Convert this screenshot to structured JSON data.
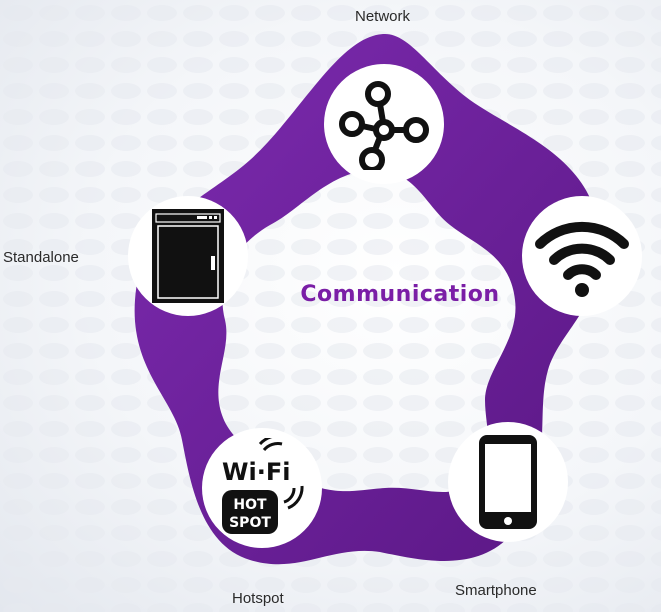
{
  "center": {
    "title": "Communication"
  },
  "nodes": {
    "network": {
      "label": "Network",
      "icon": "network-nodes-icon"
    },
    "wifi": {
      "label": "",
      "icon": "wifi-signal-icon"
    },
    "smartphone": {
      "label": "Smartphone",
      "icon": "smartphone-icon"
    },
    "hotspot": {
      "label": "Hotspot",
      "icon": "wifi-hotspot-icon",
      "logo_text": "Wi·Fi",
      "badge_line1": "HOT",
      "badge_line2": "SPOT"
    },
    "standalone": {
      "label": "Standalone",
      "icon": "standalone-unit-icon"
    }
  },
  "colors": {
    "ring": "#6b1f9a",
    "ring_dark": "#4a1470",
    "accent_text": "#7a1ea6",
    "icon": "#111111"
  }
}
